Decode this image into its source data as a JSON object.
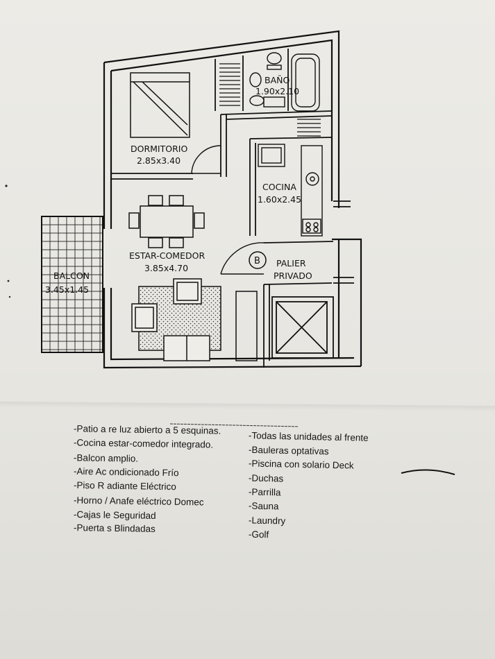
{
  "plan": {
    "rooms": {
      "dormitorio": {
        "name": "DORMITORIO",
        "size": "2.85x3.40"
      },
      "bano": {
        "name": "BAÑO",
        "size": "1.90x2.10"
      },
      "cocina": {
        "name": "COCINA",
        "size": "1.60x2.45"
      },
      "estar": {
        "name": "ESTAR-COMEDOR",
        "size": "3.85x4.70"
      },
      "balcon": {
        "name": "BALCON",
        "size": "3.45x1.45"
      },
      "palier": {
        "line1": "PALIER",
        "line2": "PRIVADO",
        "marker": "B"
      }
    }
  },
  "features": {
    "left": [
      "-Patio a re luz abierto a 5 esquinas.",
      "-Cocina estar-comedor integrado.",
      "-Balcon amplio.",
      "-Aire Ac ondicionado Frío",
      "-Piso R adiante Eléctrico",
      "-Horno / Anafe eléctrico Domec",
      "-Cajas le Seguridad",
      "-Puerta s Blindadas"
    ],
    "right": [
      "-Todas las unidades al frente",
      "-Bauleras optativas",
      "-Piscina con solario Deck",
      "-Duchas",
      "-Parrilla",
      "-Sauna",
      "-Laundry",
      "-Golf"
    ]
  }
}
